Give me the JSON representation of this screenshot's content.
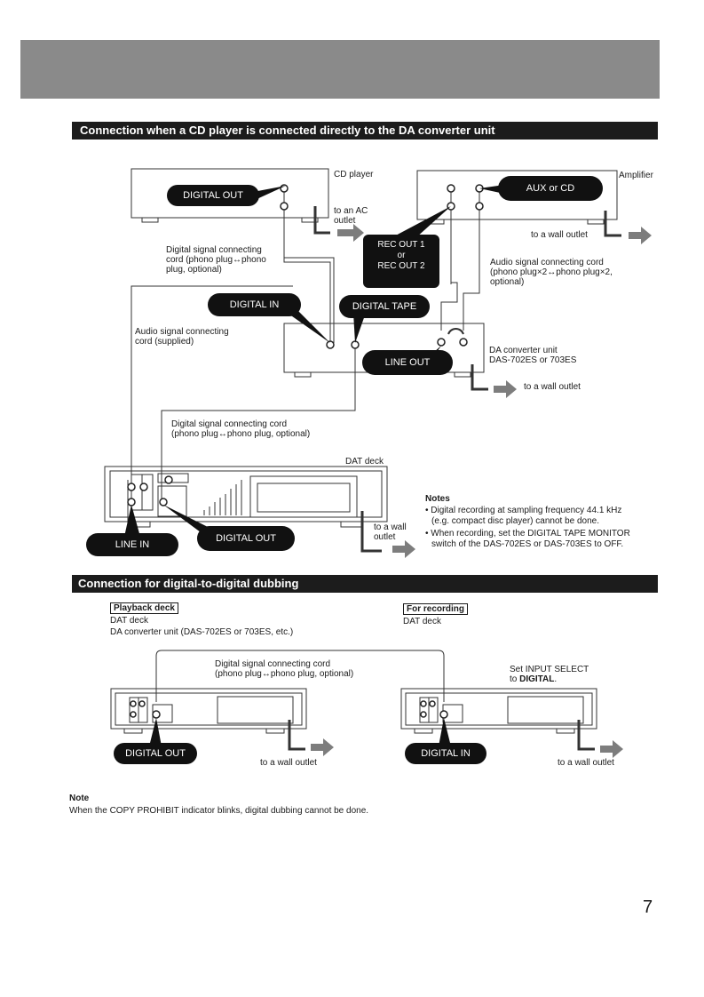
{
  "section1": {
    "title": "Connection when a CD player is connected directly to the DA converter unit",
    "devices": {
      "cd_player": "CD player",
      "amplifier": "Amplifier",
      "da_converter_line1": "DA converter unit",
      "da_converter_line2": "DAS-702ES or 703ES",
      "dat_deck": "DAT deck"
    },
    "jacks": {
      "cd_digital_out": "DIGITAL OUT",
      "aux_or_cd": "AUX or CD",
      "rec_out_1": "REC OUT 1",
      "rec_or": "or",
      "rec_out_2": "REC OUT 2",
      "digital_in": "DIGITAL IN",
      "digital_tape": "DIGITAL TAPE",
      "line_out": "LINE OUT",
      "line_in": "LINE IN",
      "dat_digital_out": "DIGITAL OUT"
    },
    "labels": {
      "ac_outlet_1": "to an AC",
      "ac_outlet_2": "outlet",
      "wall_outlet_amp": "to a wall outlet",
      "wall_outlet_da": "to a wall outlet",
      "wall_outlet_dat_1": "to a wall",
      "wall_outlet_dat_2": "outlet",
      "cord_digital_1a": "Digital signal connecting",
      "cord_digital_1b": "cord (phono plug↔phono",
      "cord_digital_1c": "plug, optional)",
      "cord_audio_opt_a": "Audio signal connecting cord",
      "cord_audio_opt_b": "(phono plug×2↔phono plug×2,",
      "cord_audio_opt_c": "optional)",
      "cord_audio_sup_a": "Audio signal connecting",
      "cord_audio_sup_b": "cord (supplied)",
      "cord_digital_2a": "Digital signal connecting cord",
      "cord_digital_2b": "(phono plug↔phono plug, optional)"
    },
    "notes": {
      "heading": "Notes",
      "n1a": "• Digital recording at sampling frequency 44.1 kHz",
      "n1b": "(e.g. compact disc player) cannot be done.",
      "n2a": "• When recording, set the DIGITAL TAPE MONITOR",
      "n2b": "switch of the DAS-702ES or DAS-703ES to OFF."
    }
  },
  "section2": {
    "title": "Connection for digital-to-digital dubbing",
    "playback_heading": "Playback deck",
    "playback_line1": "DAT deck",
    "playback_line2": "DA converter unit (DAS-702ES or 703ES, etc.)",
    "recording_heading": "For recording",
    "recording_line1": "DAT deck",
    "cord_a": "Digital signal connecting cord",
    "cord_b": "(phono plug↔phono plug, optional)",
    "set_input_1": "Set INPUT SELECT",
    "set_input_2_prefix": "to ",
    "set_input_2_value": "DIGITAL",
    "set_input_2_suffix": ".",
    "digital_out": "DIGITAL OUT",
    "digital_in": "DIGITAL IN",
    "wall_outlet_left": "to a wall outlet",
    "wall_outlet_right": "to a wall outlet"
  },
  "note": {
    "heading": "Note",
    "text": "When the COPY PROHIBIT indicator blinks, digital dubbing cannot be done."
  },
  "page_number": "7"
}
